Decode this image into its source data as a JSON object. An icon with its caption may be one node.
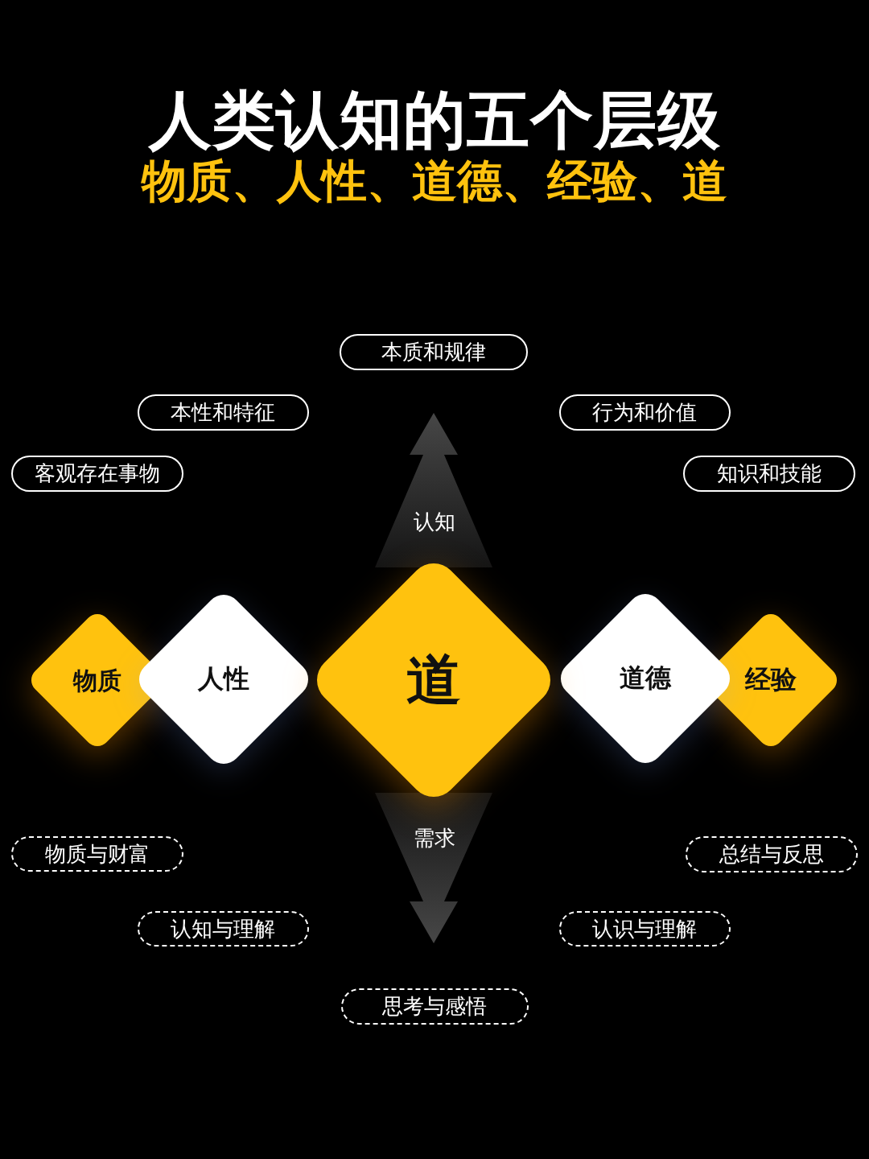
{
  "diagram": {
    "title": "人类认知的五个层级",
    "nodes": [
      {
        "text": [
          "本质和规律"
        ]
      },
      {
        "text": [
          "本性和特征"
        ]
      },
      {
        "text": [
          "行为和价值"
        ]
      },
      {
        "text": [
          "客观存在事物"
        ]
      },
      {
        "text": [
          "知识和技能"
        ]
      },
      {
        "text": [
          "物质"
        ]
      },
      {
        "text": [
          "人性"
        ]
      },
      {
        "text": [
          "道"
        ]
      },
      {
        "text": [
          "道德"
        ]
      },
      {
        "text": [
          "经验"
        ]
      },
      {
        "text": [
          "物质与财富"
        ]
      },
      {
        "text": [
          "总结与反思"
        ]
      },
      {
        "text": [
          "认知与理解"
        ]
      },
      {
        "text": [
          "认识与理解"
        ]
      },
      {
        "text": [
          "思考与感悟"
        ]
      }
    ],
    "labels": [
      "物质、人性、道德、经验、道",
      "认知",
      "需求"
    ]
  }
}
